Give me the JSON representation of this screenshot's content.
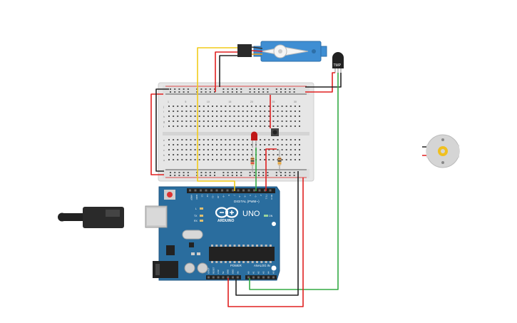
{
  "servo": {
    "label": ""
  },
  "sensor": {
    "label": "TMP"
  },
  "arduino": {
    "brand": "ARDUINO",
    "model": "UNO",
    "digital_label": "DIGITAL (PWM~)",
    "power_label": "POWER",
    "analog_label": "ANALOG IN",
    "tx_label": "TX",
    "rx_label": "RX",
    "l_label": "L",
    "on_label": "ON",
    "top_pins": [
      "AREF",
      "GND",
      "13",
      "12",
      "~11",
      "~10",
      "~9",
      "8",
      "7",
      "~6",
      "~5",
      "4",
      "~3",
      "2",
      "TX 1",
      "RX 0"
    ],
    "power_pins": [
      "IOREF",
      "RESET",
      "3.3V",
      "5V",
      "GND",
      "GND",
      "Vin"
    ],
    "analog_pins": [
      "A0",
      "A1",
      "A2",
      "A3",
      "A4",
      "A5"
    ]
  },
  "breadboard": {
    "col_numbers": [
      "1",
      "5",
      "10",
      "15",
      "20",
      "25",
      "30"
    ],
    "row_letters_top": [
      "j",
      "i",
      "h",
      "g",
      "f"
    ],
    "row_letters_bottom": [
      "e",
      "d",
      "c",
      "b",
      "a"
    ]
  },
  "colors": {
    "wire_red": "#e02020",
    "wire_black": "#222222",
    "wire_yellow": "#f2cc1a",
    "wire_green": "#33aa44",
    "board_blue": "#2a6d9e",
    "servo_blue": "#3f8ed3"
  }
}
